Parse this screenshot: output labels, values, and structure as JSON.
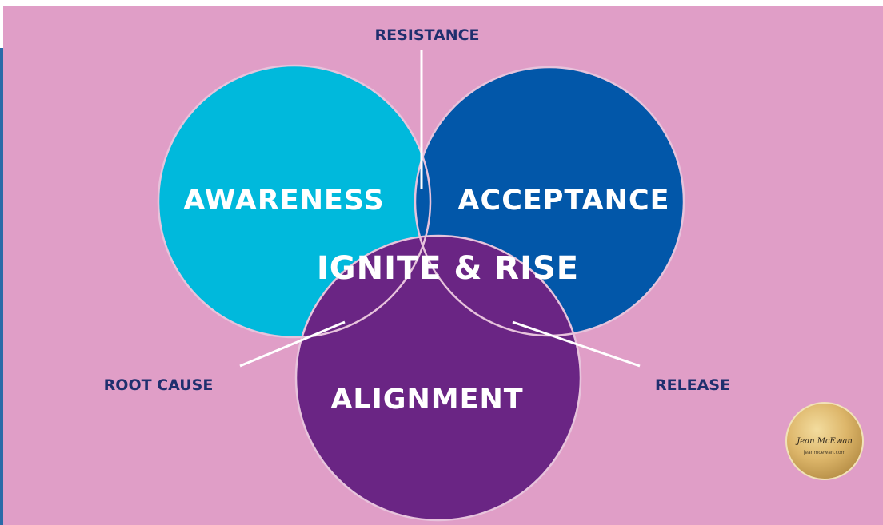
{
  "diagram": {
    "circles": {
      "awareness": {
        "label": "AWARENESS",
        "color": "#00b9dc"
      },
      "acceptance": {
        "label": "ACCEPTANCE",
        "color": "#0257a9"
      },
      "alignment": {
        "label": "ALIGNMENT",
        "color": "#6a2584"
      }
    },
    "center_label": "IGNITE & RISE",
    "callouts": {
      "resistance": "RESISTANCE",
      "root_cause": "ROOT CAUSE",
      "release": "RELEASE"
    }
  },
  "badge": {
    "signature": "Jean McEwan",
    "website": "jeanmcewan.com"
  },
  "colors": {
    "background": "#e09ec7",
    "label_text": "#1f2f6e",
    "outline": "#e7c3dc",
    "badge_gold": "#d9b46a"
  }
}
